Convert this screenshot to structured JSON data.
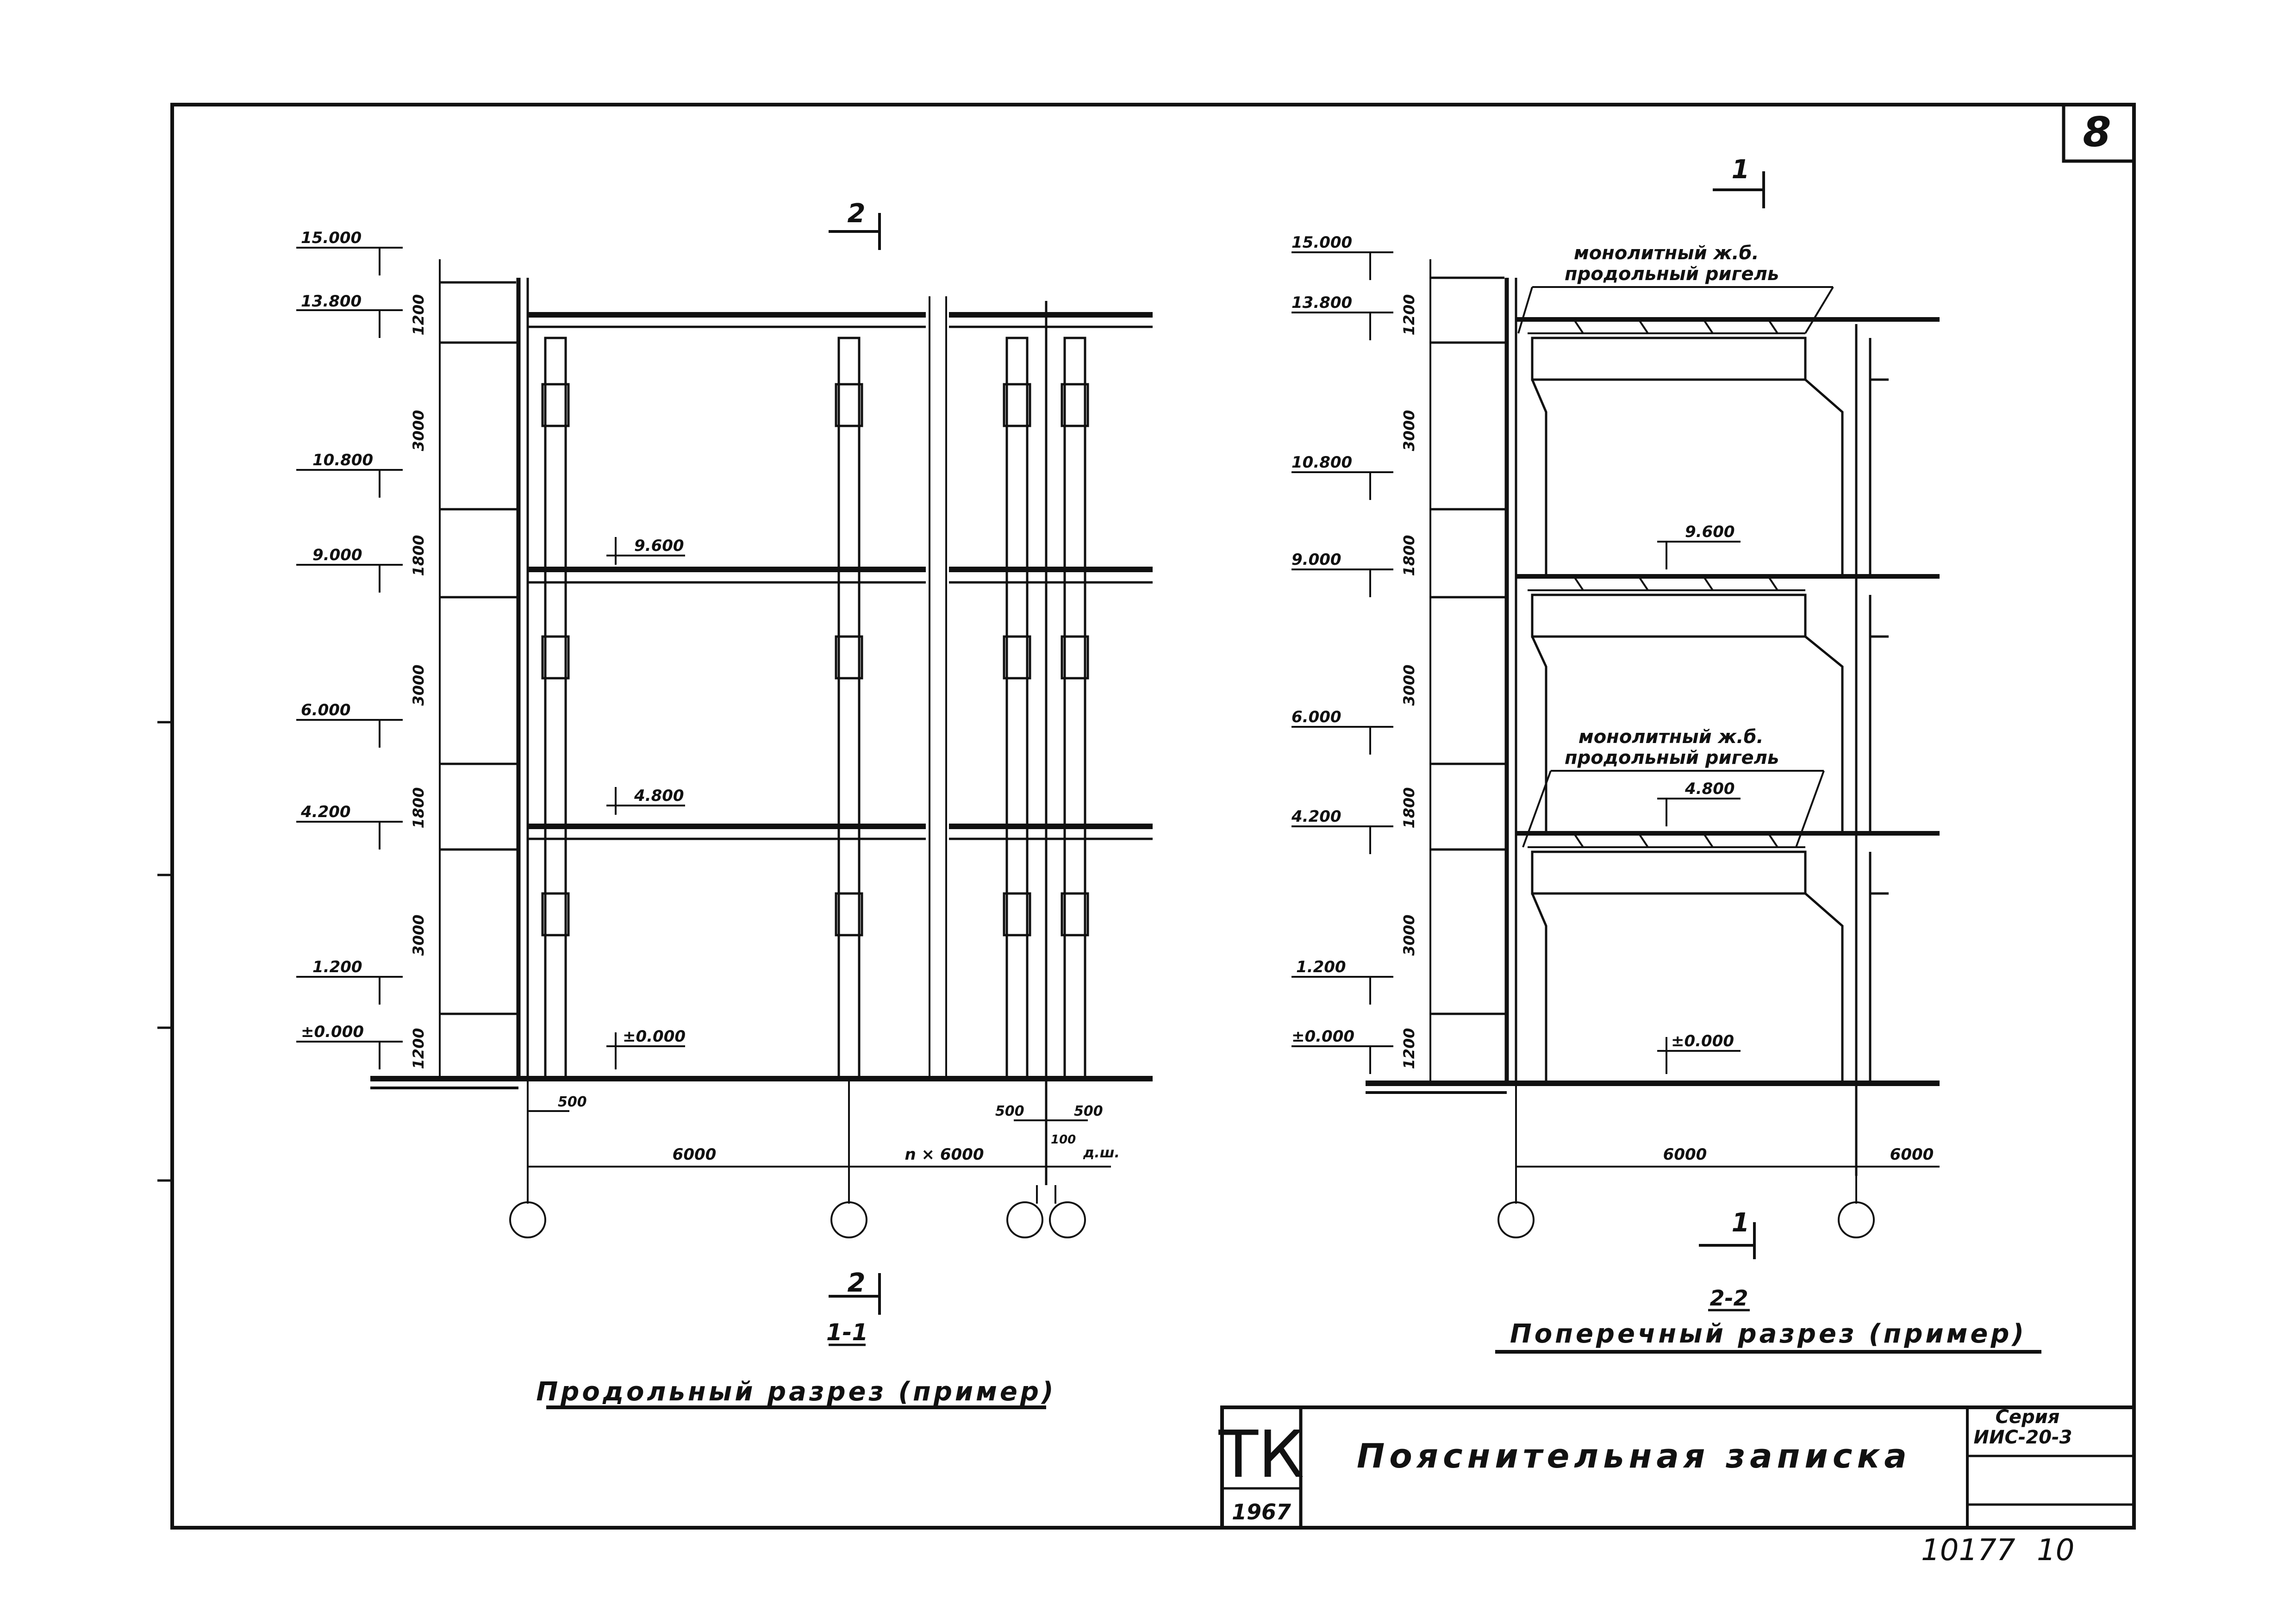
{
  "sheet": {
    "page_number": "8",
    "footer_left": "10177",
    "footer_right": "10"
  },
  "title_block": {
    "logo": "ТК",
    "year": "1967",
    "title": "Пояснительная записка",
    "series_label": "Серия",
    "series_value": "ИИС-20-3"
  },
  "section_longitudinal": {
    "cut_mark": "2",
    "cut_mark_bottom": "2",
    "caption_number": "1-1",
    "caption": "Продольный разрез (пример)",
    "level_marks": [
      "15.000",
      "13.800",
      "10.800",
      "9.000",
      "6.000",
      "4.200",
      "1.200",
      "±0.000"
    ],
    "height_dims": [
      "1200",
      "3000",
      "1800",
      "3000",
      "1800",
      "3000",
      "1200"
    ],
    "floor_marks": [
      "9.600",
      "4.800",
      "±0.000"
    ],
    "span_dims": [
      "6000",
      "n × 6000"
    ],
    "small_dims": [
      "500",
      "500",
      "500",
      "100",
      "д.ш."
    ]
  },
  "section_transverse": {
    "cut_mark": "1",
    "cut_mark_bottom": "1",
    "caption_number": "2-2",
    "caption": "Поперечный разрез (пример)",
    "level_marks": [
      "15.000",
      "13.800",
      "10.800",
      "9.000",
      "6.000",
      "4.200",
      "1.200",
      "±0.000"
    ],
    "height_dims": [
      "1200",
      "3000",
      "1800",
      "3000",
      "1800",
      "3000",
      "1200"
    ],
    "floor_marks": [
      "9.600",
      "4.800",
      "±0.000"
    ],
    "span_dims": [
      "6000",
      "6000"
    ],
    "note_top_line1": "монолитный ж.б.",
    "note_top_line2": "продольный ригель",
    "note_mid_line1": "монолитный ж.б.",
    "note_mid_line2": "продольный ригель"
  }
}
